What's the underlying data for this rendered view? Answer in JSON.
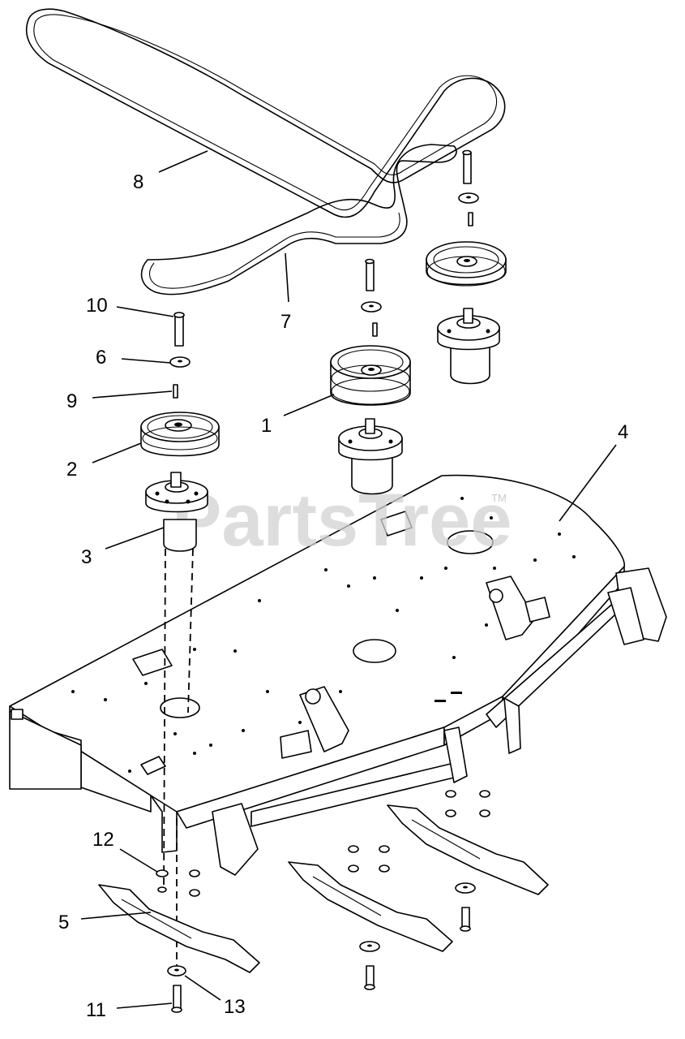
{
  "watermark": {
    "brand": "PartsTree",
    "trademark": "TM"
  },
  "callouts": [
    {
      "id": "c1",
      "label": "1"
    },
    {
      "id": "c2",
      "label": "2"
    },
    {
      "id": "c3",
      "label": "3"
    },
    {
      "id": "c4",
      "label": "4"
    },
    {
      "id": "c5",
      "label": "5"
    },
    {
      "id": "c6",
      "label": "6"
    },
    {
      "id": "c7",
      "label": "7"
    },
    {
      "id": "c8",
      "label": "8"
    },
    {
      "id": "c9",
      "label": "9"
    },
    {
      "id": "c10",
      "label": "10"
    },
    {
      "id": "c11",
      "label": "11"
    },
    {
      "id": "c12",
      "label": "12"
    },
    {
      "id": "c13",
      "label": "13"
    }
  ]
}
